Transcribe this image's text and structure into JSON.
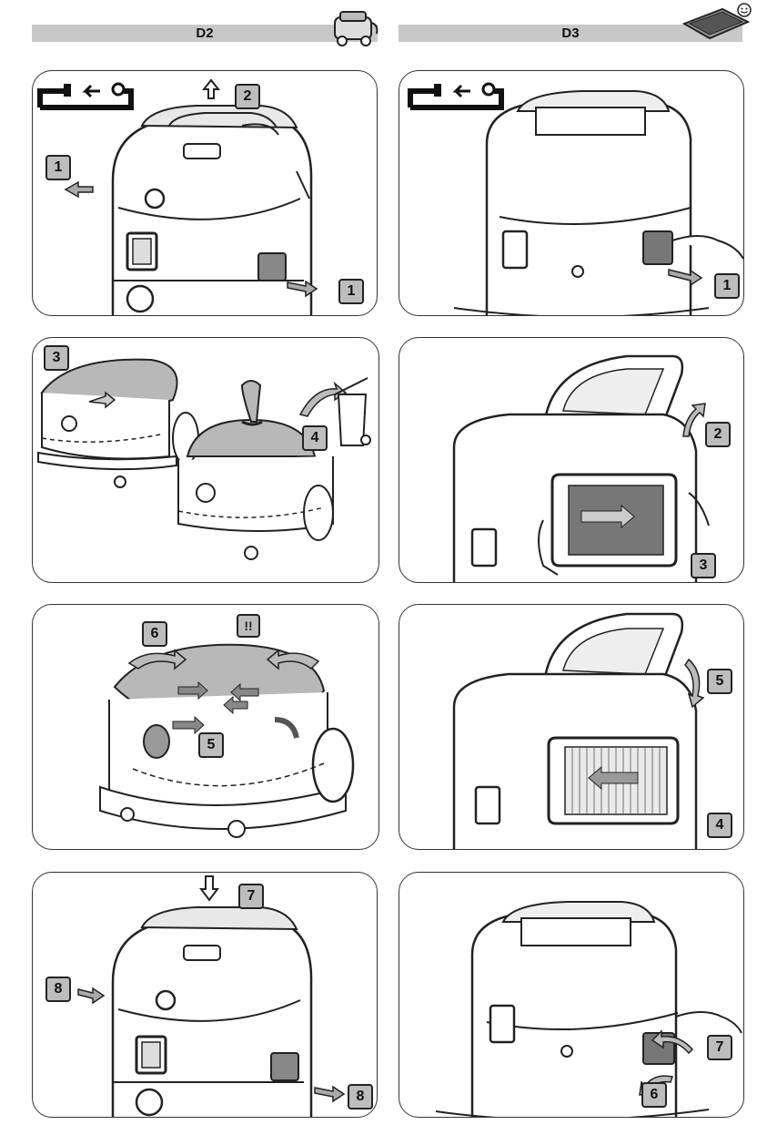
{
  "headers": {
    "left": "D2",
    "right": "D3"
  },
  "icons": {
    "left_header": "vacuum-cleaner-icon",
    "right_header": "filter-cartridge-smiley-icon",
    "unplug": "unplug-power-icon",
    "arrow": "direction-arrow-icon"
  },
  "colors": {
    "badge_fill": "#bdbdbd",
    "bag_fill": "#b8b8b8",
    "header_bar": "#c8c8c8"
  },
  "panels": {
    "l1": {
      "steps": [
        "1",
        "2",
        "1"
      ]
    },
    "l2": {
      "steps": [
        "3",
        "4"
      ]
    },
    "l3": {
      "steps": [
        "6",
        "5"
      ],
      "warning": "!!"
    },
    "l4": {
      "steps": [
        "7",
        "8",
        "8"
      ]
    },
    "r1": {
      "steps": [
        "1"
      ]
    },
    "r2": {
      "steps": [
        "2",
        "3"
      ]
    },
    "r3": {
      "steps": [
        "5",
        "4"
      ]
    },
    "r4": {
      "steps": [
        "7",
        "6"
      ]
    }
  }
}
